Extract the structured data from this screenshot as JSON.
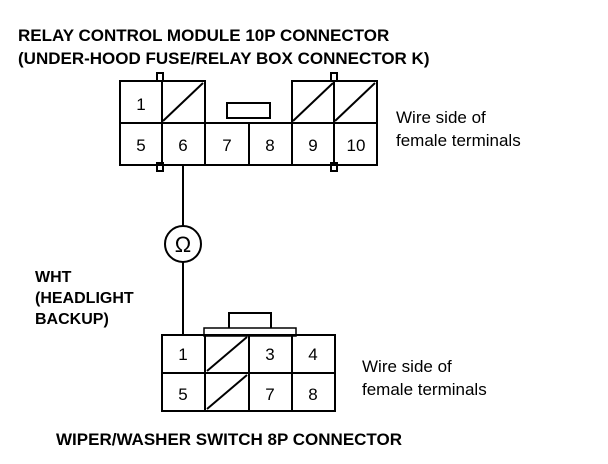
{
  "top_connector": {
    "title_line1": "RELAY CONTROL MODULE 10P CONNECTOR",
    "title_line2": "(UNDER-HOOD FUSE/RELAY BOX CONNECTOR K)",
    "side_label_line1": "Wire side of",
    "side_label_line2": "female terminals",
    "pins": [
      "1",
      "5",
      "6",
      "7",
      "8",
      "9",
      "10"
    ]
  },
  "meter": {
    "symbol": "Ω",
    "wire_color": "WHT",
    "wire_desc_line1": "(HEADLIGHT",
    "wire_desc_line2": "BACKUP)"
  },
  "bottom_connector": {
    "side_label_line1": "Wire side of",
    "side_label_line2": "female terminals",
    "pins": [
      "1",
      "3",
      "4",
      "5",
      "7",
      "8"
    ],
    "title": "WIPER/WASHER SWITCH 8P CONNECTOR"
  }
}
